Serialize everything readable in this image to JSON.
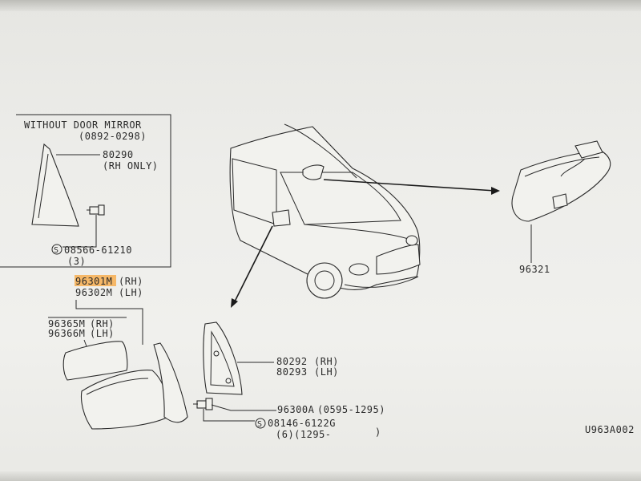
{
  "inset": {
    "title": "WITHOUT DOOR MIRROR",
    "date_range": "(0892-0298)",
    "part_80290": "80290",
    "part_80290_note": "(RH ONLY)",
    "screw_part": "08566-61210",
    "screw_qty": "(3)",
    "screw_symbol": "S"
  },
  "mirror": {
    "part_rh": "96301M",
    "part_rh_side": "(RH)",
    "part_lh": "96302M",
    "part_lh_side": "(LH)",
    "glass_rh": "96365M",
    "glass_rh_side": "(RH)",
    "glass_lh": "96366M",
    "glass_lh_side": "(LH)"
  },
  "corner_cover": {
    "rh": "80292",
    "rh_side": "(RH)",
    "lh": "80293",
    "lh_side": "(LH)",
    "bolt_part": "96300A",
    "bolt_range": "(0595-1295)",
    "screw_symbol": "S",
    "screw_part": "08146-6122G",
    "screw_qty": "(6)(1295-",
    "screw_close": ")"
  },
  "interior_mirror": {
    "part": "96321"
  },
  "figure_code": "U963A002",
  "colors": {
    "highlight": "#f6b15a",
    "ink": "#2a2a2a"
  }
}
